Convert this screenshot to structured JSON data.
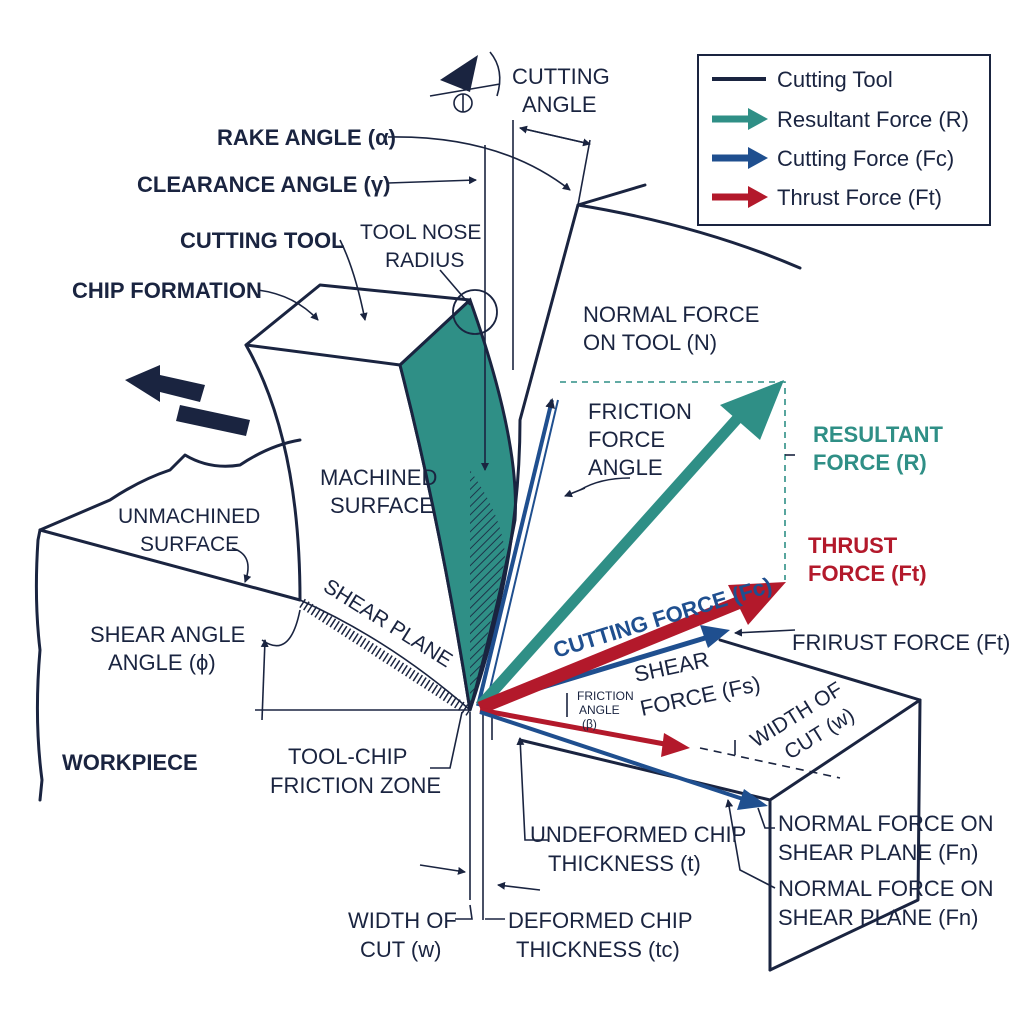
{
  "colors": {
    "ink": "#1a2440",
    "teal": "#2f8f86",
    "blue": "#1f4f8f",
    "red": "#b3192b",
    "navy": "#1a2440"
  },
  "legend": {
    "items": [
      {
        "label": "Cutting Tool",
        "symbol": "line",
        "color": "#1a2440"
      },
      {
        "label": "Resultant Force (R)",
        "symbol": "arrow",
        "color": "#2f8f86"
      },
      {
        "label": "Cutting Force (Fc)",
        "symbol": "arrow",
        "color": "#1f4f8f"
      },
      {
        "label": "Thrust Force (Ft)",
        "symbol": "arrow",
        "color": "#b3192b"
      }
    ]
  },
  "labels": {
    "cutting_angle": [
      "CUTTING",
      "ANGLE"
    ],
    "rake_angle": "RAKE ANGLE (α)",
    "clearance_angle": "CLEARANCE ANGLE (γ)",
    "cutting_tool": "CUTTING TOOL",
    "tool_nose_radius": [
      "TOOL NOSE",
      "RADIUS"
    ],
    "chip_formation": "CHIP FORMATION",
    "normal_force_tool": [
      "NORMAL FORCE",
      "ON TOOL (N)"
    ],
    "friction_force_angle": [
      "FRICTION",
      "FORCE",
      "ANGLE"
    ],
    "resultant_force": [
      "RESULTANT",
      "FORCE (R)"
    ],
    "machined_surface": [
      "MACHINED",
      "SURFACE"
    ],
    "unmachined_surface": [
      "UNMACHINED",
      "SURFACE"
    ],
    "thrust_force": [
      "THRUST",
      "FORCE (Ft)"
    ],
    "cutting_force_arrow": "CUTTING FORCE (Fc)",
    "shear_plane": "SHEAR PLANE",
    "frirust_force": "FRIRUST FORCE (Ft)",
    "shear_angle": [
      "SHEAR ANGLE",
      "ANGLE (ϕ)"
    ],
    "shear_force": [
      "SHEAR",
      "FORCE (Fs)"
    ],
    "friction_angle_small": [
      "FRICTION",
      "ANGLE",
      "(β)"
    ],
    "width_of_cut_right": [
      "WIDTH OF",
      "CUT (w)"
    ],
    "workpiece": "WORKPIECE",
    "tool_chip_friction": [
      "TOOL-CHIP",
      "FRICTION ZONE"
    ],
    "undeformed_chip": [
      "UNDEFORMED CHIP",
      "THICKNESS (t)"
    ],
    "normal_force_shear_1": [
      "NORMAL FORCE ON",
      "SHEAR PLANE (Fn)"
    ],
    "normal_force_shear_2": [
      "NORMAL FORCE ON",
      "SHEAR PLANE (Fn)"
    ],
    "width_of_cut_bottom": [
      "WIDTH OF",
      "CUT (w)"
    ],
    "deformed_chip": [
      "DEFORMED CHIP",
      "THICKNESS (tc)"
    ]
  }
}
